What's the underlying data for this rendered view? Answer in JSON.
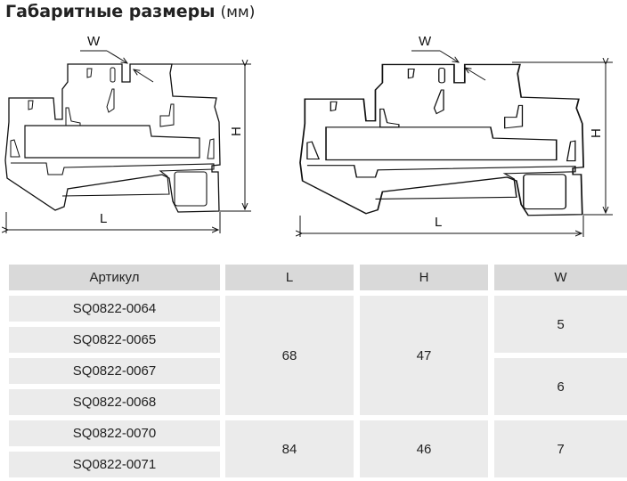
{
  "title": {
    "bold": "Габаритные размеры",
    "unit": "(мм)"
  },
  "drawings": [
    {
      "labels": {
        "w": "W",
        "h": "H",
        "l": "L"
      }
    },
    {
      "labels": {
        "w": "W",
        "h": "H",
        "l": "L"
      }
    }
  ],
  "table": {
    "headers": [
      "Артикул",
      "L",
      "H",
      "W"
    ],
    "articles": [
      "SQ0822-0064",
      "SQ0822-0065",
      "SQ0822-0067",
      "SQ0822-0068",
      "SQ0822-0070",
      "SQ0822-0071"
    ],
    "L": [
      "68",
      "84"
    ],
    "H": [
      "47",
      "46"
    ],
    "W": [
      "5",
      "6",
      "7"
    ]
  }
}
